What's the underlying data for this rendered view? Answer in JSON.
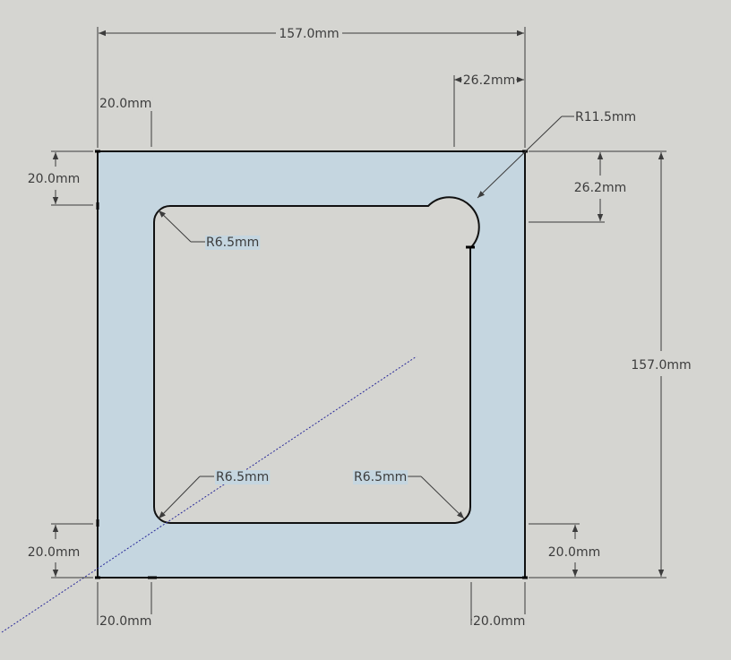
{
  "colors": {
    "background": "#d5d5d1",
    "face_fill": "#c5d6e0",
    "profile": "#111111",
    "dimension": "#3c3c3c",
    "axis_line": "#2a2a9a"
  },
  "dimensions": {
    "overall_width": "157.0mm",
    "overall_height": "157.0mm",
    "top_left_offset": "20.0mm",
    "top_right_offset": "26.2mm",
    "left_top_offset": "20.0mm",
    "right_top_offset": "26.2mm",
    "left_bottom_offset": "20.0mm",
    "right_bottom_offset": "20.0mm",
    "bottom_left_offset": "20.0mm",
    "bottom_right_offset": "20.0mm"
  },
  "radii": {
    "relief": "R11.5mm",
    "inner_top_left": "R6.5mm",
    "inner_bottom_left": "R6.5mm",
    "inner_bottom_right": "R6.5mm"
  }
}
